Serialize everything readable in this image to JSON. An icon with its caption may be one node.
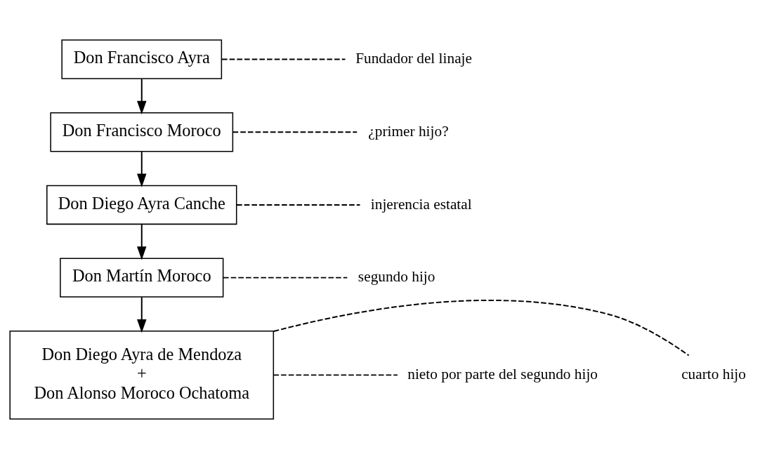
{
  "diagram": {
    "nodes": [
      {
        "text": [
          "Don Francisco Ayra"
        ]
      },
      {
        "text": [
          "Fundador del linaje"
        ]
      },
      {
        "text": [
          "Don Francisco Moroco"
        ]
      },
      {
        "text": [
          "¿primer hijo?"
        ]
      },
      {
        "text": [
          "Don Diego Ayra Canche"
        ]
      },
      {
        "text": [
          "injerencia estatal"
        ]
      },
      {
        "text": [
          "Don Martín Moroco"
        ]
      },
      {
        "text": [
          "segundo hijo"
        ]
      },
      {
        "text": [
          "Don Diego Ayra de Mendoza",
          "+",
          "Don Alonso Moroco Ochatoma"
        ]
      },
      {
        "text": [
          "cuarto hijo"
        ]
      },
      {
        "text": [
          "nieto por parte del segundo hijo"
        ]
      }
    ],
    "edges": [
      {
        "from": 0,
        "to": 2,
        "arrow": "to"
      },
      {
        "from": 2,
        "to": 4,
        "arrow": "to"
      },
      {
        "from": 4,
        "to": 6,
        "arrow": "to"
      },
      {
        "from": 6,
        "to": 8,
        "arrow": "to"
      },
      {
        "from": 0,
        "to": 1,
        "arrow": "none",
        "style": "dashed"
      },
      {
        "from": 2,
        "to": 3,
        "arrow": "none",
        "style": "dashed"
      },
      {
        "from": 4,
        "to": 5,
        "arrow": "none",
        "style": "dashed"
      },
      {
        "from": 6,
        "to": 7,
        "arrow": "none",
        "style": "dashed"
      },
      {
        "from": 8,
        "to": 9,
        "arrow": "none",
        "style": "dashed"
      },
      {
        "from": 8,
        "to": 10,
        "arrow": "none",
        "style": "dashed"
      }
    ]
  }
}
